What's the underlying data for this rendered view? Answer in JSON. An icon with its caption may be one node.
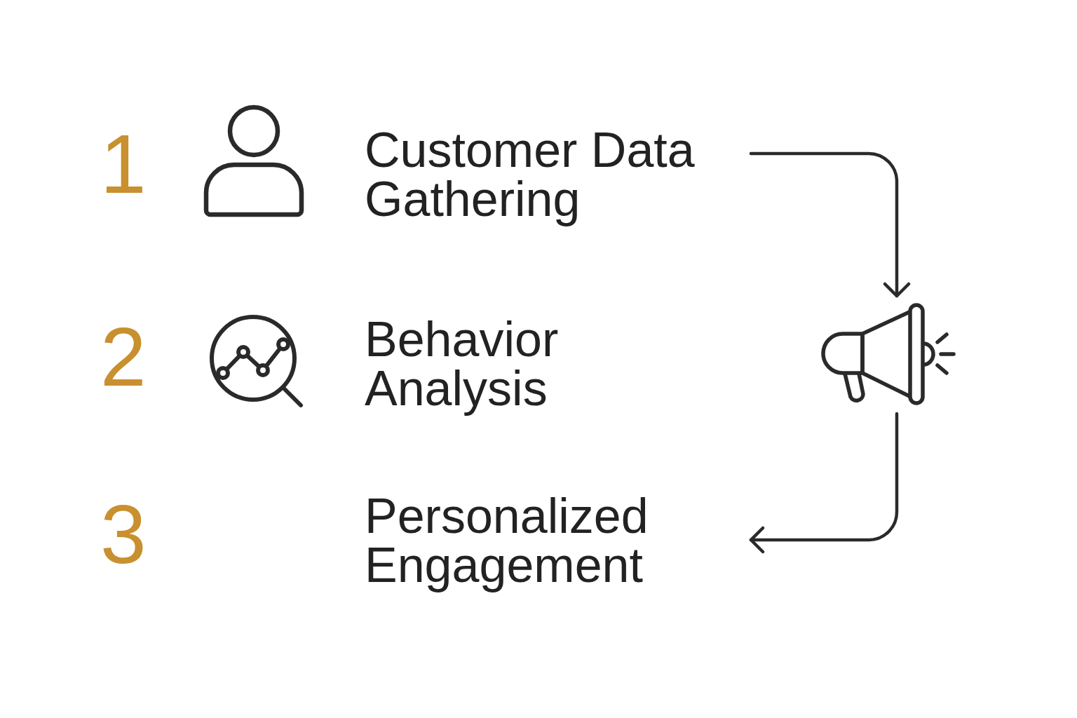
{
  "diagram": {
    "nodes": [
      {
        "text": [
          "Customer Data Gathering"
        ]
      },
      {
        "text": [],
        "shape": "picture"
      },
      {
        "text": [
          "Personalized Engagement"
        ]
      }
    ],
    "edges": [
      {
        "from": 0,
        "to": 1,
        "arrow": "to"
      },
      {
        "from": 1,
        "to": 2,
        "arrow": "to"
      }
    ],
    "labels": [
      "1",
      "2",
      "Behavior Analysis",
      "3"
    ]
  }
}
